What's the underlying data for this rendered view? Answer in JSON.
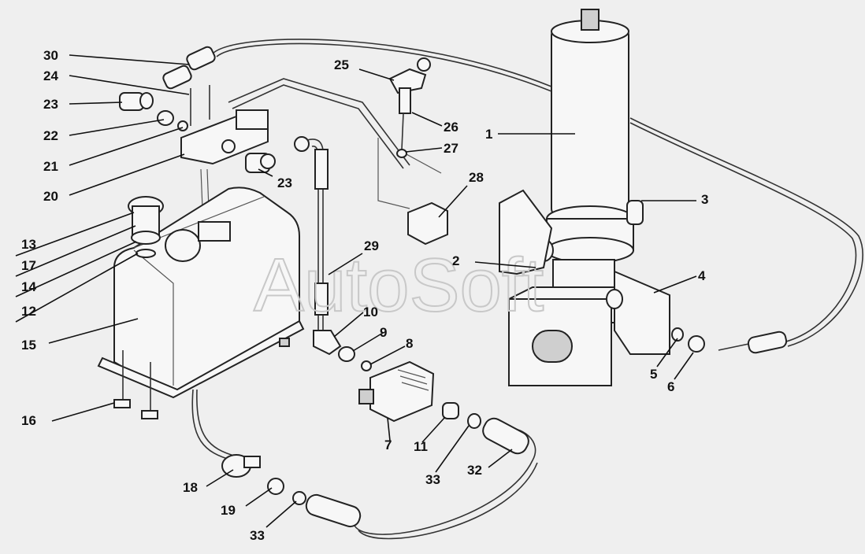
{
  "watermark": "AutoSoft",
  "callouts": [
    "30",
    "24",
    "23",
    "22",
    "21",
    "20",
    "13",
    "17",
    "14",
    "12",
    "15",
    "16",
    "18",
    "19",
    "33",
    "25",
    "26",
    "27",
    "28",
    "29",
    "10",
    "9",
    "8",
    "7",
    "11",
    "33",
    "32",
    "1",
    "3",
    "2",
    "4",
    "5",
    "6",
    "23"
  ]
}
